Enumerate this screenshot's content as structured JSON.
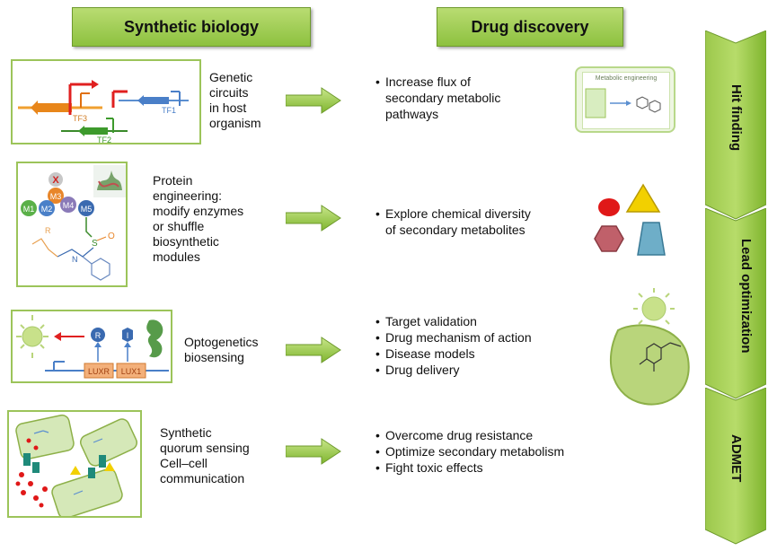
{
  "headers": {
    "left": "Synthetic biology",
    "right": "Drug discovery"
  },
  "rows": [
    {
      "label_lines": [
        "Genetic",
        "circuits",
        "in host",
        "organism"
      ],
      "bullets": [
        "Increase flux of",
        "secondary metabolic",
        "pathways"
      ],
      "bullets_single": true,
      "figure_text": {
        "tf3": "TF3",
        "tf1": "TF1",
        "tf2": "TF2"
      }
    },
    {
      "label_lines": [
        "Protein",
        "engineering:",
        "modify enzymes",
        "or shuffle",
        "biosynthetic",
        "modules"
      ],
      "bullets": [
        "Explore chemical diversity",
        "of secondary metabolites"
      ],
      "bullets_single": true,
      "figure_text": {
        "m1": "M1",
        "m2": "M2",
        "m3": "M3",
        "m4": "M4",
        "m5": "M5",
        "x": "X",
        "r": "R",
        "s": "S",
        "n": "N",
        "o": "O"
      }
    },
    {
      "label_lines": [
        "Optogenetics",
        "biosensing"
      ],
      "bullets": [
        "Target validation",
        "Drug mechanism of action",
        "Disease models",
        "Drug delivery"
      ],
      "bullets_single": false,
      "figure_text": {
        "r": "R",
        "i": "I",
        "luxr": "LUXR",
        "lux1": "LUX1"
      }
    },
    {
      "label_lines": [
        "Synthetic",
        "quorum sensing",
        "Cell–cell",
        "communication"
      ],
      "bullets": [
        "Overcome drug resistance",
        "Optimize secondary metabolism",
        "Fight toxic effects"
      ],
      "bullets_single": false,
      "figure_text": {}
    }
  ],
  "thumbnail_title": "Metabolic engineering",
  "stages": [
    "Hit finding",
    "Lead optimization",
    "ADMET"
  ],
  "colors": {
    "header_green": "#8dc13f",
    "arrow_green": "#8dc13f",
    "box_border": "#9cc45a",
    "stage_green": "#7fb52e"
  }
}
